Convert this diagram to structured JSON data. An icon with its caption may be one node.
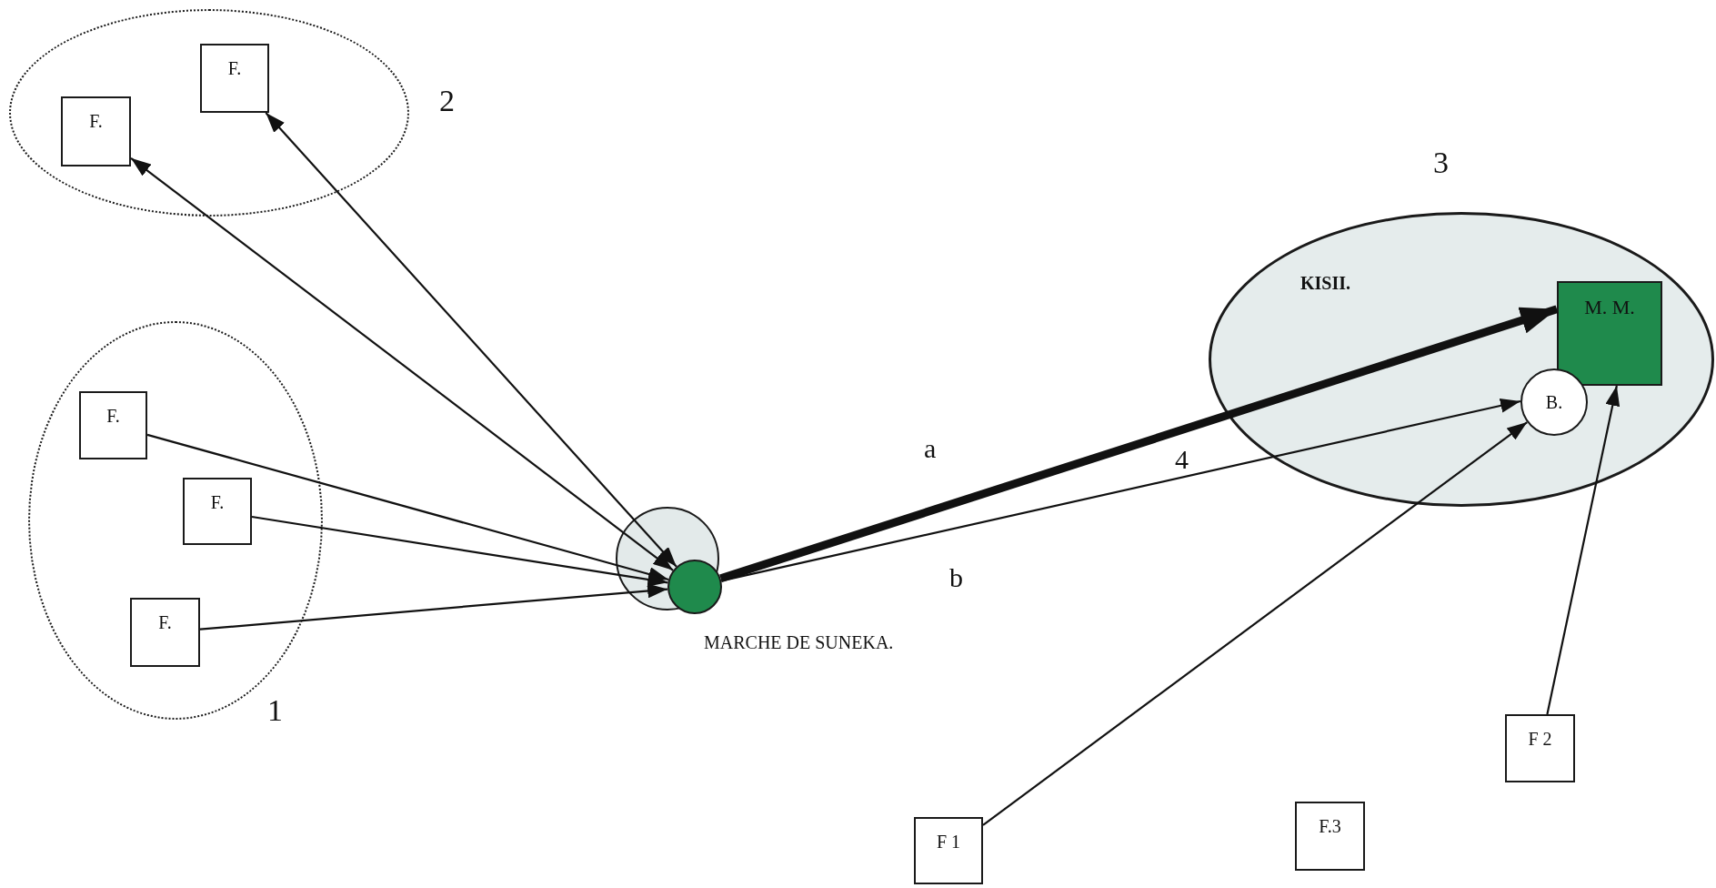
{
  "diagram": {
    "nodes": [
      {
        "text": [],
        "shape": "ellipse",
        "beside": [
          "2"
        ]
      },
      {
        "text": [
          "F."
        ],
        "in": 0
      },
      {
        "text": [
          "F."
        ],
        "in": 0
      },
      {
        "text": [],
        "shape": "ellipse",
        "beside": [
          "1"
        ]
      },
      {
        "text": [
          "F."
        ],
        "in": 3
      },
      {
        "text": [
          "F."
        ],
        "in": 3
      },
      {
        "text": [
          "F."
        ],
        "in": 3
      },
      {
        "text": [],
        "shape": "circle"
      },
      {
        "text": [],
        "shape": "circle",
        "beside": [
          "MARCHE DE SUNEKA."
        ],
        "in": 7
      },
      {
        "text": [
          "KISII."
        ],
        "beside": [
          "3"
        ]
      },
      {
        "text": [
          "M. M."
        ],
        "in": 9
      },
      {
        "text": [
          "B."
        ],
        "in": 9
      },
      {
        "text": [
          "F 2"
        ]
      },
      {
        "text": [
          "F.3"
        ]
      },
      {
        "text": [
          "F 1"
        ]
      }
    ],
    "edges": [
      {
        "from": 4,
        "to": 8,
        "arrow": "to"
      },
      {
        "from": 5,
        "to": 8,
        "arrow": "to"
      },
      {
        "from": 6,
        "to": 8,
        "arrow": "to"
      },
      {
        "from": 8,
        "to": 1,
        "arrow": "both"
      },
      {
        "from": 8,
        "to": 2,
        "arrow": "both"
      },
      {
        "from": 8,
        "to": 10,
        "arrow": "to",
        "label": "a",
        "style": "thick"
      },
      {
        "from": 8,
        "to": 11,
        "arrow": "to",
        "label": "b"
      },
      {
        "from": 14,
        "to": 11,
        "arrow": "to"
      },
      {
        "from": 12,
        "to": 10,
        "arrow": "to"
      }
    ],
    "labels": [
      "4"
    ]
  }
}
